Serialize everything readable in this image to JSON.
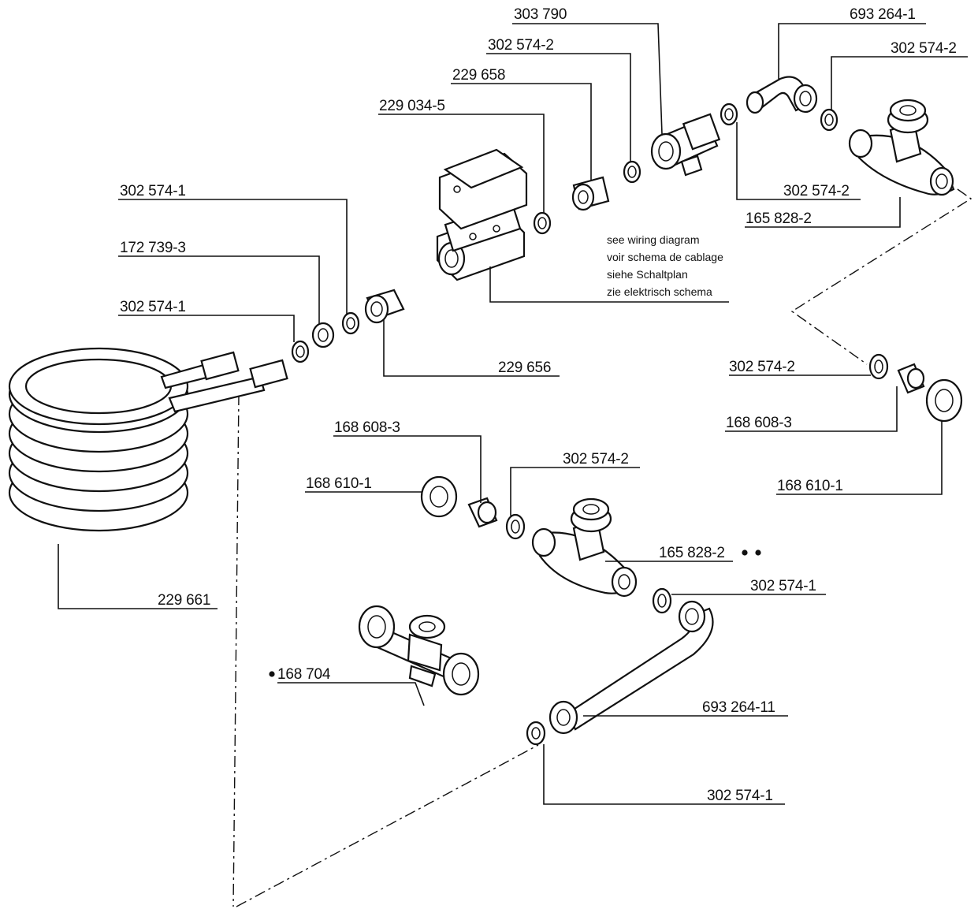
{
  "labels": {
    "l303790": "303 790",
    "l693264_1": "693 264-1",
    "l302574_2_a": "302 574-2",
    "l302574_2_b": "302 574-2",
    "l229658": "229 658",
    "l229034_5": "229 034-5",
    "l302574_2_c": "302 574-2",
    "l165828_2_a": "165 828-2",
    "l302574_1_a": "302 574-1",
    "l172739_3": "172 739-3",
    "l302574_1_b": "302 574-1",
    "l229656": "229 656",
    "l302574_2_d": "302 574-2",
    "l168608_3_a": "168 608-3",
    "l168610_1_a": "168 610-1",
    "l168608_3_b": "168 608-3",
    "l302574_2_e": "302 574-2",
    "l168610_1_b": "168 610-1",
    "l165828_2_b": "165 828-2",
    "l302574_1_c": "302 574-1",
    "l229661": "229 661",
    "l168704": "168 704",
    "l693264_11": "693 264-11",
    "l302574_1_d": "302 574-1"
  },
  "wiring_note": [
    "see wiring diagram",
    "voir schema de cablage",
    "siehe Schaltplan",
    "zie elektrisch schema"
  ]
}
